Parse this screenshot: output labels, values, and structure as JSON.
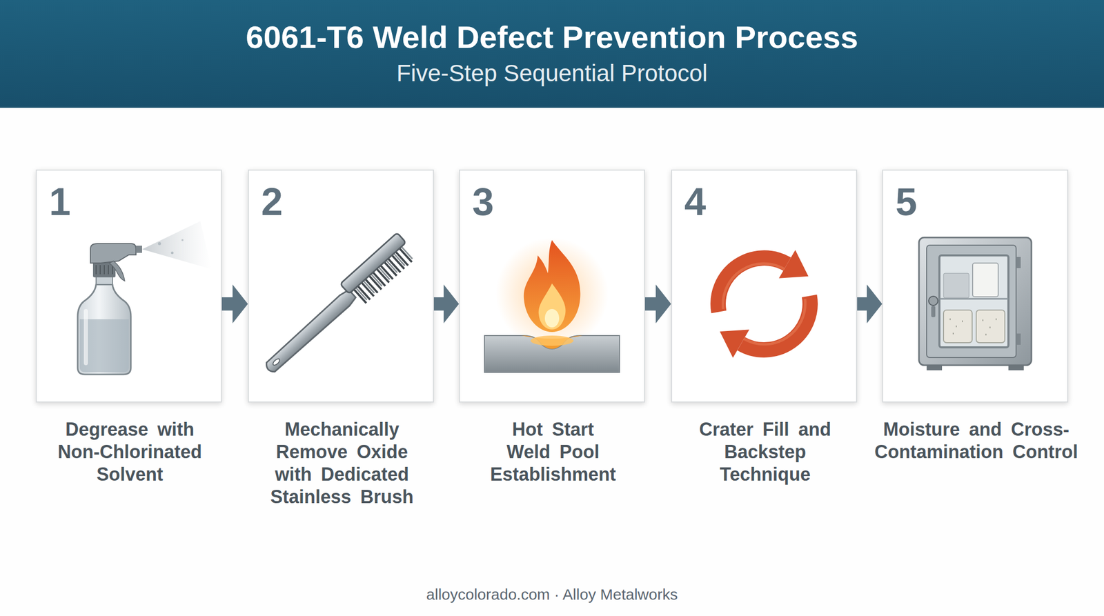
{
  "diagram": {
    "title": "6061-T6 Weld Defect Prevention Process",
    "nodes": [
      {
        "text": [
          "1",
          "Degrease with Non-Chlorinated Solvent"
        ]
      },
      {
        "text": [
          "2",
          "Mechanically Remove Oxide with Dedicated Stainless Brush"
        ]
      },
      {
        "text": [
          "3",
          "Hot Start Weld Pool Establishment"
        ]
      },
      {
        "text": [
          "4",
          "Crater Fill and Backstep Technique"
        ]
      },
      {
        "text": [
          "5",
          "Moisture and Cross-Contamination Control"
        ]
      }
    ],
    "edges": [
      {
        "from": 0,
        "to": 1,
        "arrow": "to"
      },
      {
        "from": 1,
        "to": 2,
        "arrow": "to"
      },
      {
        "from": 2,
        "to": 3,
        "arrow": "to"
      },
      {
        "from": 3,
        "to": 4,
        "arrow": "to"
      }
    ],
    "labels": [
      "Five-Step Sequential Protocol",
      "alloycolorado.com · Alloy Metalworks"
    ]
  }
}
